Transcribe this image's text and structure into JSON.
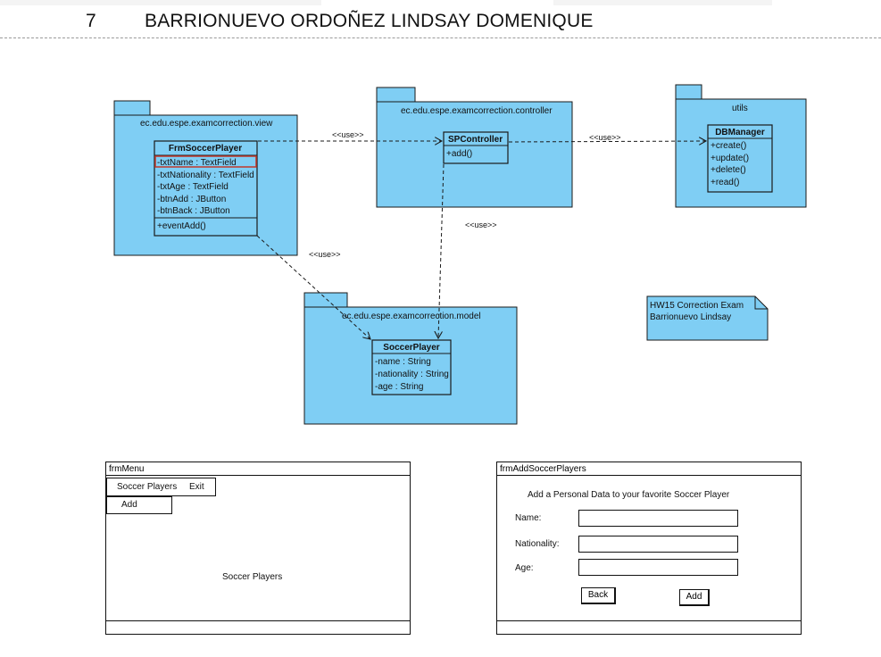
{
  "header": {
    "number": "7",
    "title": "BARRIONUEVO ORDOÑEZ LINDSAY DOMENIQUE"
  },
  "uml": {
    "packages": {
      "view": "ec.edu.espe.examcorrection.view",
      "controller": "ec.edu.espe.examcorrection.controller",
      "utils": "utils",
      "model": "ec.edu.espe.examcorrection.model"
    },
    "classes": {
      "frm_soccer_player": {
        "name": "FrmSoccerPlayer",
        "attributes": [
          "-txtName : TextField",
          "-txtNationality : TextField",
          "-txtAge : TextField",
          "-btnAdd : JButton",
          "-btnBack : JButton"
        ],
        "methods": [
          "+eventAdd()"
        ]
      },
      "sp_controller": {
        "name": "SPController",
        "methods": [
          "+add()"
        ]
      },
      "db_manager": {
        "name": "DBManager",
        "methods": [
          "+create()",
          "+update()",
          "+delete()",
          "+read()"
        ]
      },
      "soccer_player": {
        "name": "SoccerPlayer",
        "attributes": [
          "-name : String",
          "-nationality : String",
          "-age : String"
        ]
      }
    },
    "dependencies": [
      "<<use>>",
      "<<use>>",
      "<<use>>",
      "<<use>>"
    ],
    "note": {
      "line1": "HW15 Correction Exam",
      "line2": "Barrionuevo Lindsay"
    },
    "colors": {
      "package_fill": "#7fcef4",
      "border": "#1a1a1a",
      "highlight": "#c0392b"
    }
  },
  "frm_menu": {
    "title": "frmMenu",
    "menu_items": [
      "Soccer Players",
      "Exit"
    ],
    "submenu_item": "Add",
    "content_label": "Soccer Players"
  },
  "frm_add": {
    "title": "frmAddSoccerPlayers",
    "heading": "Add a Personal Data to your favorite Soccer Player",
    "labels": {
      "name": "Name:",
      "nationality": "Nationality:",
      "age": "Age:"
    },
    "buttons": {
      "back": "Back",
      "add": "Add"
    }
  }
}
